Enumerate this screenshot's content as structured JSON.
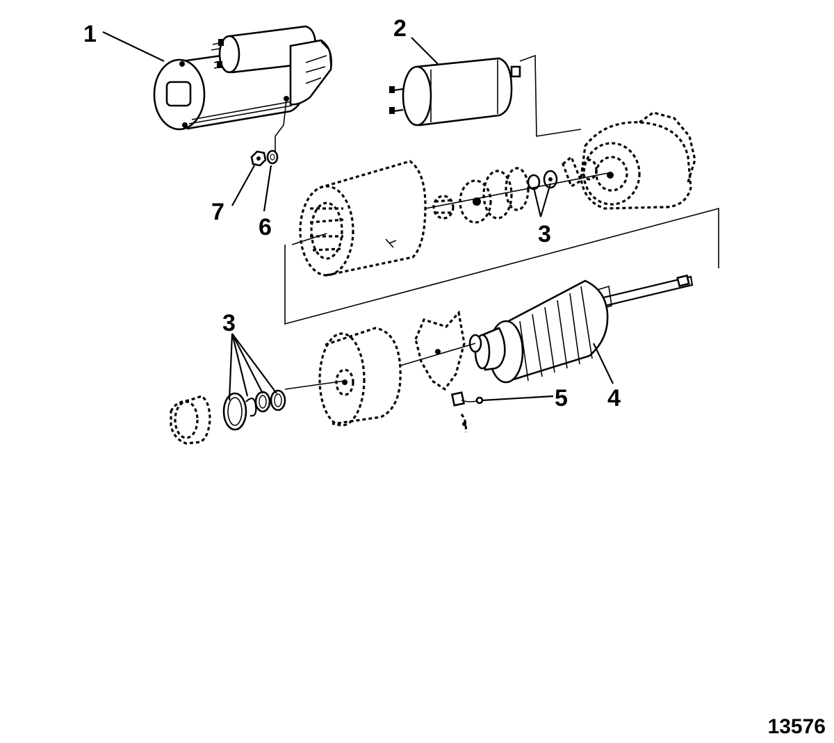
{
  "figure_number": "13576",
  "callouts": {
    "c1": "1",
    "c2": "2",
    "c3a": "3",
    "c3b": "3",
    "c4": "4",
    "c5": "5",
    "c6": "6",
    "c7": "7"
  }
}
